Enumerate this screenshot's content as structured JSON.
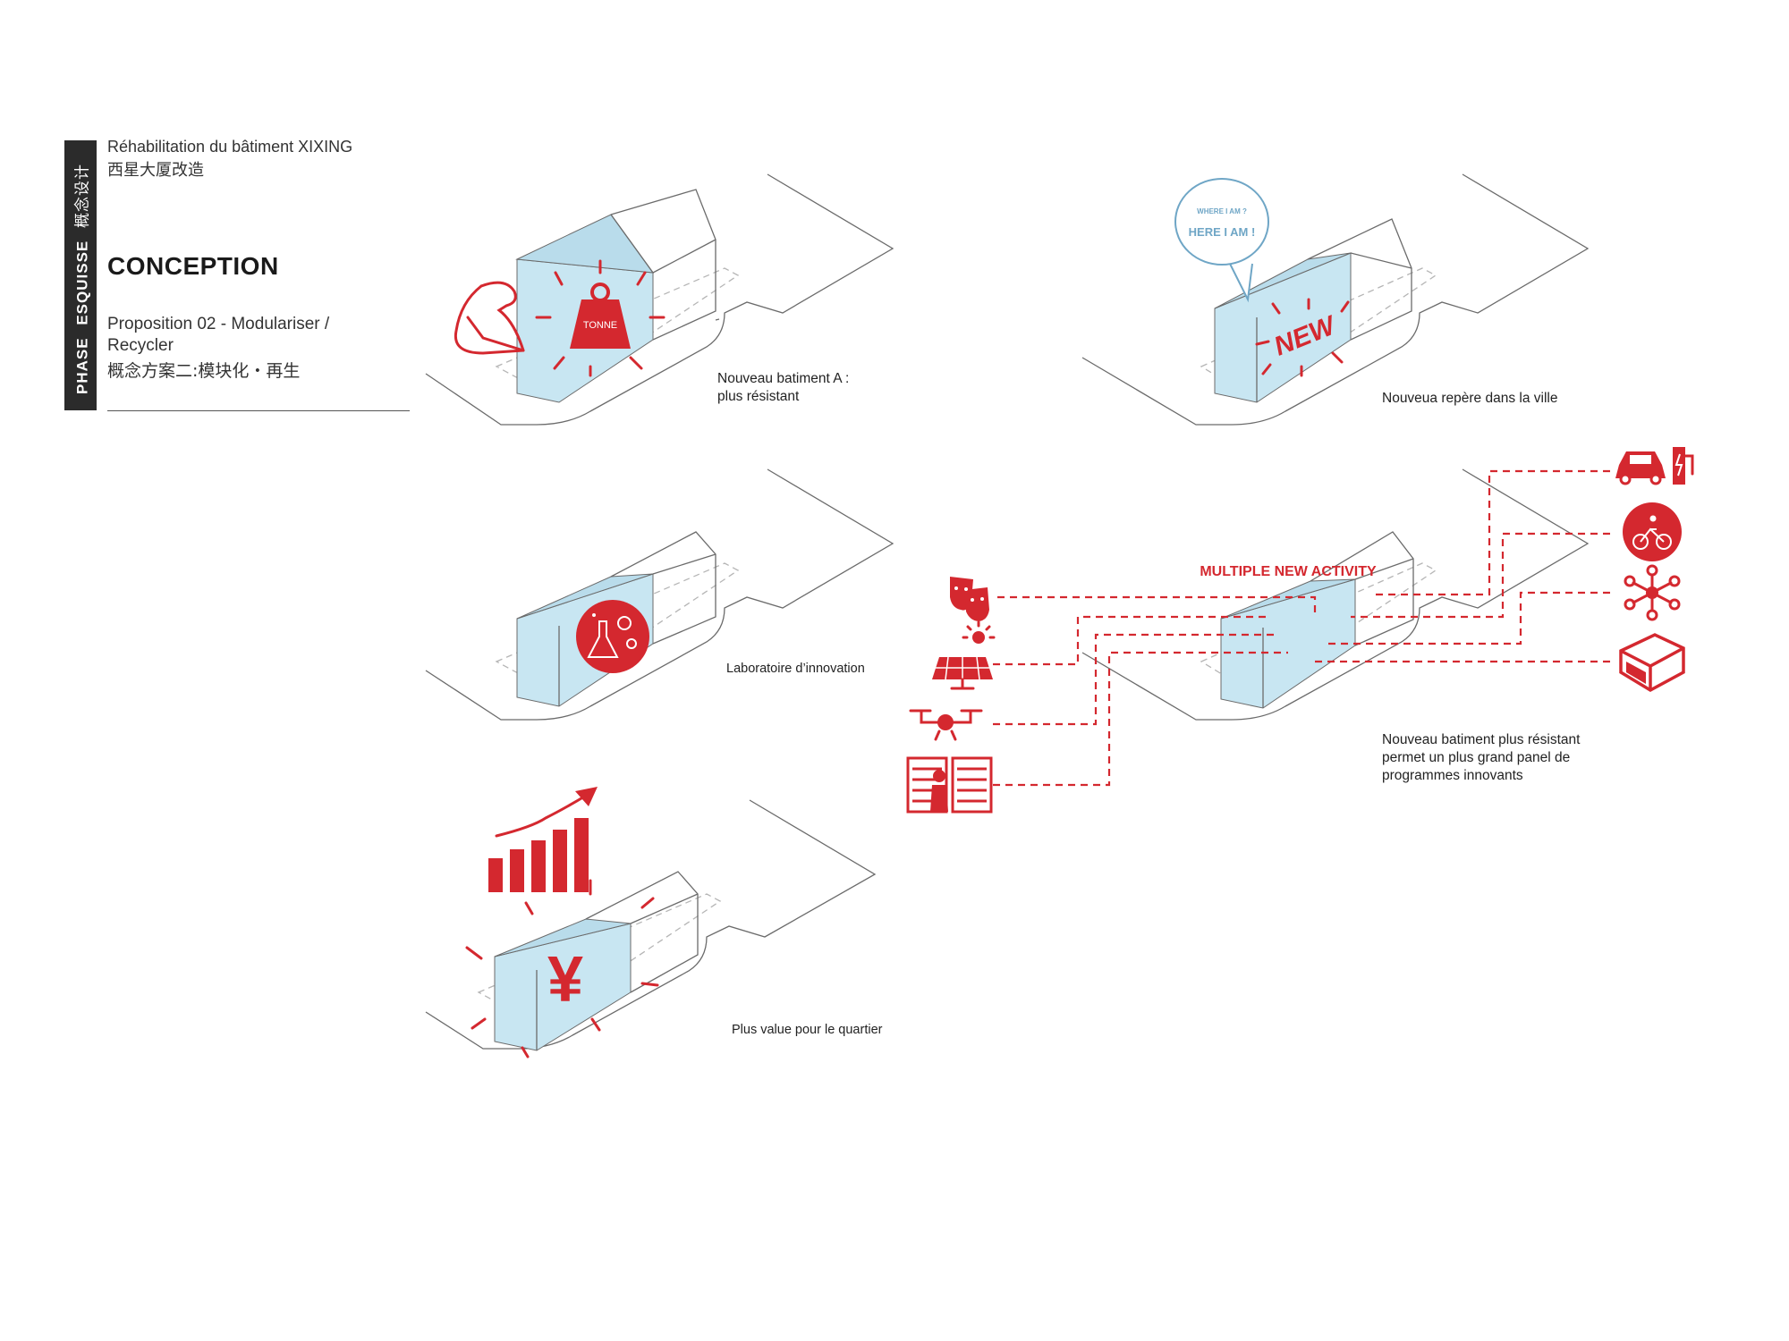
{
  "sidebar": {
    "phase_label": "PHASE",
    "stage_label": "ESQUISSE",
    "stage_cn": "概念设计"
  },
  "header": {
    "project_title": "Réhabilitation du bâtiment XIXING",
    "project_title_cn": "西星大厦改造",
    "section_title": "CONCEPTION",
    "proposition_line1": "Proposition 02 - Modulariser /",
    "proposition_line2": "Recycler",
    "proposition_cn": "概念方案二:模块化・再生"
  },
  "panels": [
    {
      "id": "stronger",
      "caption_lines": [
        "Nouveau batiment A :",
        "plus résistant"
      ],
      "icon": "strong-arm-and-weight-icon",
      "icon_text": "TONNE"
    },
    {
      "id": "landmark",
      "caption_lines": [
        "Nouveua repère dans la ville"
      ],
      "icon": "speech-bubble-and-new-icon",
      "bubble_small": "WHERE I AM ?",
      "bubble_big": "HERE I AM !",
      "stamp": "NEW"
    },
    {
      "id": "lab",
      "caption_lines": [
        "Laboratoire d’innovation"
      ],
      "icon": "lab-flask-gear-icon"
    },
    {
      "id": "activities",
      "title": "MULTIPLE NEW ACTIVITY",
      "caption_lines": [
        "Nouveau batiment plus résistant",
        "permet un plus grand panel de",
        "programmes innovants"
      ],
      "left_icons": [
        "theatre-masks-icon",
        "solar-panel-icon",
        "drone-icon",
        "library-reader-icon"
      ],
      "right_icons": [
        "electric-car-charging-icon",
        "bicycle-icon",
        "network-icon",
        "parcel-box-icon"
      ]
    },
    {
      "id": "value",
      "caption_lines": [
        "Plus value pour le quartier"
      ],
      "icon": "rising-bar-chart-and-yuan-icon",
      "symbol": "¥"
    }
  ],
  "colors": {
    "accent_red": "#d4282f",
    "box_blue": "#c8e6f2",
    "line_grey": "#6b6b6b",
    "tab_dark": "#2b2b2b",
    "bubble_blue": "#6fa6c6"
  }
}
